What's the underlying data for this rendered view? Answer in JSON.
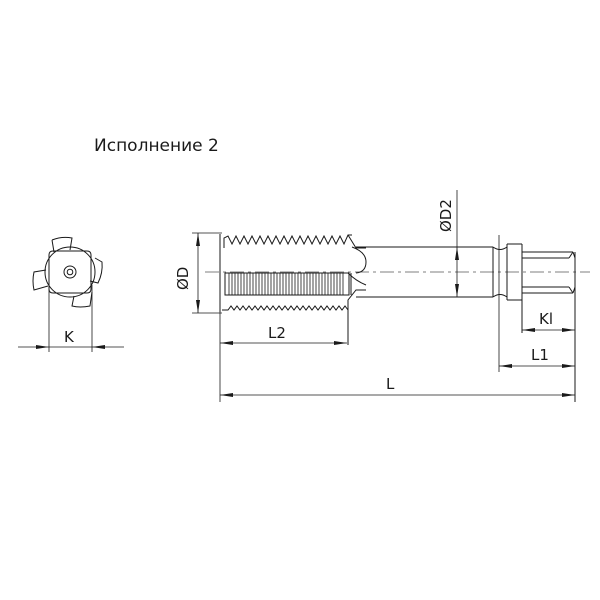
{
  "title": "Исполнение 2",
  "dimensions": {
    "K": "K",
    "D": "ØD",
    "D2": "ØD2",
    "L2": "L2",
    "L": "L",
    "L1": "L1",
    "Kl": "Kl"
  },
  "colors": {
    "line": "#1a1a1a",
    "background": "#ffffff"
  }
}
